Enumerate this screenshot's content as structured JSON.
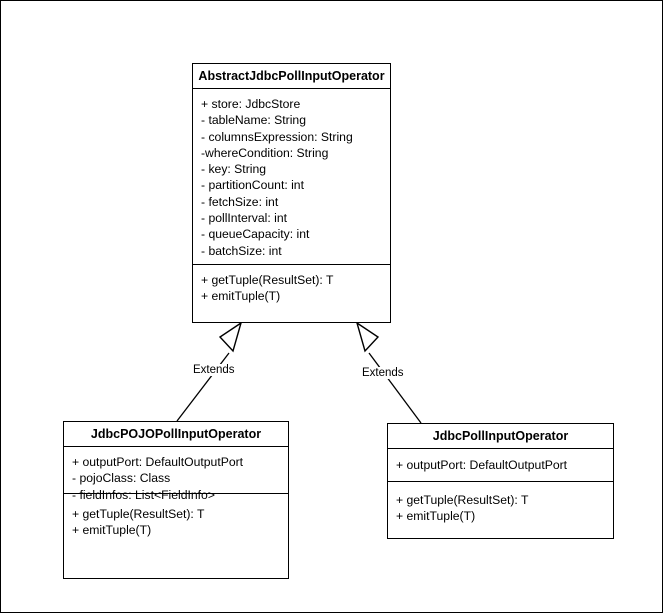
{
  "diagram": {
    "title": "JDBC Poll Input Operator class hierarchy",
    "type": "uml-class-diagram",
    "background_color": "#ffffff",
    "line_color": "#000000"
  },
  "classes": {
    "parent": {
      "name": "AbstractJdbcPollInputOperator",
      "attributes": [
        "+ store: JdbcStore",
        "- tableName: String",
        "- columnsExpression: String",
        "-whereCondition: String",
        "- key: String",
        "- partitionCount: int",
        "- fetchSize: int",
        "- pollInterval: int",
        "- queueCapacity: int",
        "- batchSize: int"
      ],
      "operations": [
        "+ getTuple(ResultSet): T",
        "+ emitTuple(T)"
      ]
    },
    "child_left": {
      "name": "JdbcPOJOPollInputOperator",
      "attributes": [
        "+ outputPort: DefaultOutputPort",
        "- pojoClass: Class",
        "- fieldInfos: List<FieldInfo>"
      ],
      "operations": [
        "+ getTuple(ResultSet): T",
        "+ emitTuple(T)"
      ]
    },
    "child_right": {
      "name": "JdbcPollInputOperator",
      "attributes": [
        "+ outputPort: DefaultOutputPort"
      ],
      "operations": [
        "+ getTuple(ResultSet): T",
        "+ emitTuple(T)"
      ]
    }
  },
  "relationships": [
    {
      "id": "left",
      "label": "Extends",
      "kind": "generalization",
      "from": "JdbcPOJOPollInputOperator",
      "to": "AbstractJdbcPollInputOperator"
    },
    {
      "id": "right",
      "label": "Extends",
      "kind": "generalization",
      "from": "JdbcPollInputOperator",
      "to": "AbstractJdbcPollInputOperator"
    }
  ]
}
